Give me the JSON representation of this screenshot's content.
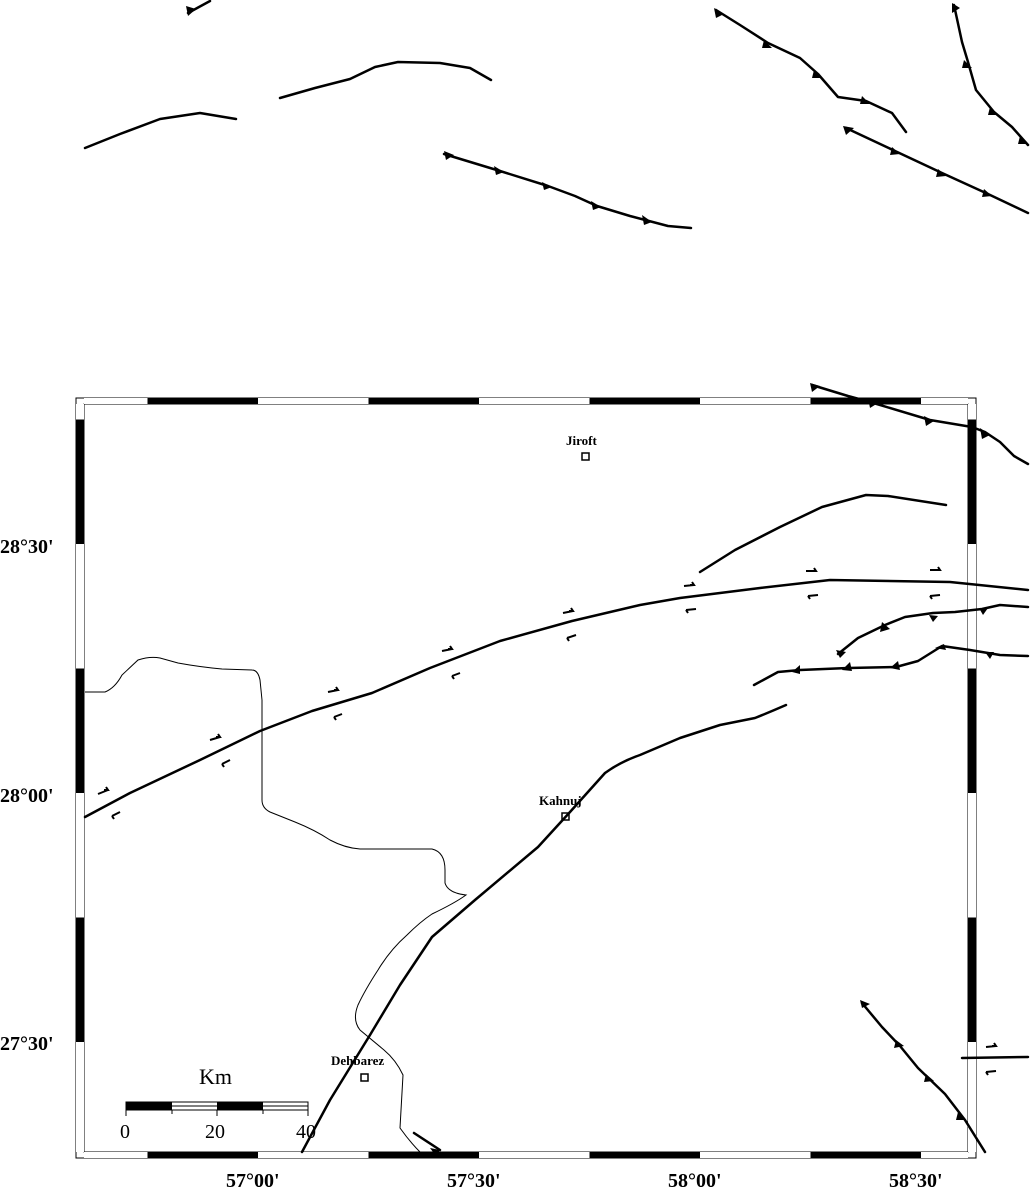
{
  "map": {
    "longitude_labels": [
      "57°00'",
      "57°30'",
      "58°00'",
      "58°30'"
    ],
    "latitude_labels": [
      "28°30'",
      "28°00'",
      "27°30'"
    ],
    "cities": [
      {
        "name": "Jiroft"
      },
      {
        "name": "Kahnuj"
      },
      {
        "name": "Dehbarez"
      }
    ],
    "scale_bar": {
      "unit": "Km",
      "ticks": [
        "0",
        "20",
        "40"
      ]
    }
  }
}
